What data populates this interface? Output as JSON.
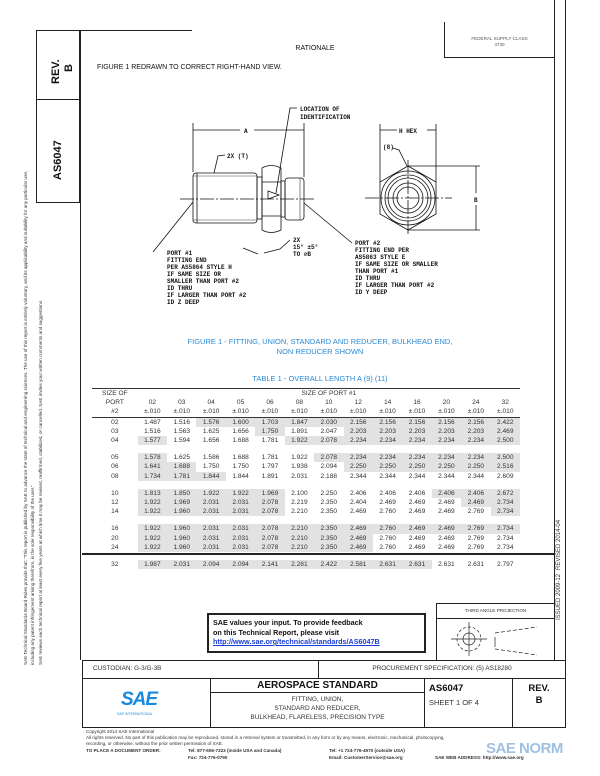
{
  "side_strip": {
    "rev_label": "REV.",
    "rev_value": "B",
    "doc_number": "AS6047",
    "disclaimer_1": "SAE Technical Standards Board Rules provide that: \"This report is published by SAE to advance the state of technical and engineering sciences. The use of this report is entirely voluntary, and its applicability and suitability for any particular use, including any patent infringement arising therefrom, is the sole responsibility of the user.\"",
    "disclaimer_2": "SAE reviews each technical report at least every five years at which time it may be revised, reaffirmed, stabilized, or cancelled. SAE invites your written comments and suggestions."
  },
  "header": {
    "supply_class_label": "FEDERAL SUPPLY CLASS",
    "supply_class_value": "4730",
    "rationale_title": "RATIONALE",
    "rationale_text": "FIGURE 1 REDRAWN TO CORRECT RIGHT-HAND VIEW."
  },
  "issue_strip": {
    "issued": "ISSUED 2009-12",
    "revised": "REVISED 2014-04"
  },
  "figure": {
    "dim_a": "A",
    "thread_note": "2X (T)",
    "location_note": [
      "LOCATION OF",
      "IDENTIFICATION"
    ],
    "chamfer_note": [
      "2X",
      "15° ±5°",
      "TO ⌀B"
    ],
    "port1_note": [
      "PORT #1",
      "FITTING END",
      "PER AS5864 STYLE H",
      "IF SAME SIZE OR",
      "SMALLER THAN PORT #2",
      "ID THRU",
      "IF LARGER THAN PORT #2",
      "ID Z DEEP"
    ],
    "port2_note": [
      "PORT #2",
      "FITTING END PER",
      "AS5863 STYLE E",
      "IF SAME SIZE OR SMALLER",
      "THAN PORT #1",
      "ID THRU",
      "IF LARGER THAN PORT #2",
      "ID Y DEEP"
    ],
    "hex_label": "H HEX",
    "note8": "(8)",
    "dim_b": "B",
    "caption_line1": "FIGURE 1 - FITTING, UNION, STANDARD AND REDUCER, BULKHEAD END,",
    "caption_line2": "NON REDUCER SHOWN"
  },
  "table": {
    "title": "TABLE 1 - OVERALL LENGTH A (9) (11)",
    "row_header": [
      "SIZE OF",
      "PORT",
      "#2"
    ],
    "group_header": "SIZE OF PORT #1",
    "columns": [
      "02",
      "03",
      "04",
      "05",
      "06",
      "08",
      "10",
      "12",
      "14",
      "16",
      "20",
      "24",
      "32"
    ],
    "tolerances": [
      "±.010",
      "±.010",
      "±.010",
      "±.010",
      "±.010",
      "±.010",
      "±.010",
      "±.010",
      "±.010",
      "±.010",
      "±.010",
      "±.010",
      "±.010"
    ],
    "groups": [
      [
        {
          "port": "02",
          "values": [
            "1.487",
            "1.516",
            "1.576",
            "1.600",
            "1.703",
            "1.847",
            "2.030",
            "2.156",
            "2.156",
            "2.156",
            "2.156",
            "2.156",
            "2.422"
          ],
          "shade": [
            0,
            0,
            1,
            1,
            1,
            1,
            1,
            1,
            1,
            1,
            1,
            1,
            1
          ]
        },
        {
          "port": "03",
          "values": [
            "1.516",
            "1.563",
            "1.625",
            "1.656",
            "1.750",
            "1.891",
            "2.047",
            "2.203",
            "2.203",
            "2.203",
            "2.203",
            "2.203",
            "2.469"
          ],
          "shade": [
            0,
            0,
            0,
            0,
            1,
            0,
            0,
            1,
            1,
            1,
            1,
            1,
            1
          ]
        },
        {
          "port": "04",
          "values": [
            "1.577",
            "1.594",
            "1.656",
            "1.688",
            "1.781",
            "1.922",
            "2.078",
            "2.234",
            "2.234",
            "2.234",
            "2.234",
            "2.234",
            "2.500"
          ],
          "shade": [
            1,
            0,
            0,
            0,
            0,
            1,
            1,
            1,
            1,
            1,
            1,
            1,
            1
          ]
        }
      ],
      [
        {
          "port": "05",
          "values": [
            "1.578",
            "1.625",
            "1.586",
            "1.688",
            "1.781",
            "1.922",
            "2.078",
            "2.234",
            "2.234",
            "2.234",
            "2.234",
            "2.234",
            "2.500"
          ],
          "shade": [
            1,
            0,
            0,
            0,
            0,
            0,
            1,
            1,
            1,
            1,
            1,
            1,
            1
          ]
        },
        {
          "port": "06",
          "values": [
            "1.641",
            "1.688",
            "1.750",
            "1.750",
            "1.797",
            "1.938",
            "2.094",
            "2.250",
            "2.250",
            "2.250",
            "2.250",
            "2.250",
            "2.516"
          ],
          "shade": [
            1,
            1,
            0,
            0,
            0,
            0,
            0,
            1,
            1,
            1,
            1,
            1,
            1
          ]
        },
        {
          "port": "08",
          "values": [
            "1.734",
            "1.781",
            "1.844",
            "1.844",
            "1.891",
            "2.031",
            "2.188",
            "2.344",
            "2.344",
            "2.344",
            "2.344",
            "2.344",
            "2.609"
          ],
          "shade": [
            1,
            1,
            1,
            0,
            0,
            0,
            0,
            0,
            0,
            0,
            0,
            0,
            0
          ]
        }
      ],
      [
        {
          "port": "10",
          "values": [
            "1.813",
            "1.850",
            "1.922",
            "1.922",
            "1.969",
            "2.100",
            "2.250",
            "2.406",
            "2.406",
            "2.406",
            "2.406",
            "2.406",
            "2.672"
          ],
          "shade": [
            1,
            1,
            1,
            1,
            1,
            0,
            0,
            0,
            0,
            0,
            1,
            1,
            1
          ]
        },
        {
          "port": "12",
          "values": [
            "1.922",
            "1.969",
            "2.031",
            "2.031",
            "2.078",
            "2.219",
            "2.350",
            "2.404",
            "2.469",
            "2.469",
            "2.469",
            "2.469",
            "2.734"
          ],
          "shade": [
            1,
            1,
            1,
            1,
            1,
            0,
            0,
            0,
            0,
            0,
            0,
            1,
            1
          ]
        },
        {
          "port": "14",
          "values": [
            "1.922",
            "1.960",
            "2.031",
            "2.031",
            "2.078",
            "2.210",
            "2.350",
            "2.469",
            "2.760",
            "2.469",
            "2.469",
            "2.769",
            "2.734"
          ],
          "shade": [
            1,
            1,
            1,
            1,
            1,
            0,
            0,
            0,
            0,
            0,
            0,
            0,
            1
          ]
        }
      ],
      [
        {
          "port": "16",
          "values": [
            "1.922",
            "1.960",
            "2.031",
            "2.031",
            "2.078",
            "2.210",
            "2.350",
            "2.469",
            "2.760",
            "2.469",
            "2.469",
            "2.769",
            "2.734"
          ],
          "shade": [
            1,
            1,
            1,
            1,
            1,
            1,
            1,
            1,
            1,
            1,
            1,
            1,
            1
          ]
        },
        {
          "port": "20",
          "values": [
            "1.922",
            "1.960",
            "2.031",
            "2.031",
            "2.078",
            "2.210",
            "2.350",
            "2.469",
            "2.760",
            "2.469",
            "2.469",
            "2.769",
            "2.734"
          ],
          "shade": [
            1,
            1,
            1,
            1,
            1,
            1,
            1,
            1,
            0,
            0,
            0,
            0,
            0
          ]
        },
        {
          "port": "24",
          "values": [
            "1.922",
            "1.960",
            "2.031",
            "2.031",
            "2.078",
            "2.210",
            "2.350",
            "2.469",
            "2.760",
            "2.469",
            "2.469",
            "2.769",
            "2.734"
          ],
          "shade": [
            1,
            1,
            1,
            1,
            1,
            1,
            1,
            1,
            0,
            0,
            0,
            0,
            0
          ]
        }
      ],
      [
        {
          "port": "32",
          "values": [
            "1.987",
            "2.031",
            "2.094",
            "2.094",
            "2.141",
            "2.281",
            "2.422",
            "2.581",
            "2.631",
            "2.631",
            "2.631",
            "2.631",
            "2.797"
          ],
          "shade": [
            1,
            1,
            1,
            1,
            1,
            1,
            1,
            1,
            1,
            1,
            0,
            0,
            0
          ]
        }
      ]
    ]
  },
  "feedback": {
    "line1": "SAE values your input. To provide feedback",
    "line2": "on this Technical Report, please visit",
    "link": "http://www.sae.org/technical/standards/AS6047B"
  },
  "projection": {
    "label": "THIRD ANGLE PROJECTION"
  },
  "title_block": {
    "custodian": "CUSTODIAN: G-3/G-3B",
    "procurement": "PROCUREMENT SPECIFICATION: (5) AS18280",
    "logo": "SAE INTERNATIONAL",
    "standard": "AEROSPACE STANDARD",
    "desc": [
      "FITTING, UNION,",
      "STANDARD AND REDUCER,",
      "BULKHEAD, FLARELESS, PRECISION TYPE"
    ],
    "doc_number": "AS6047",
    "sheet": "SHEET 1 OF 4",
    "rev_label": "REV.",
    "rev_value": "B"
  },
  "footer": {
    "copyright": "Copyright 2014 SAE International",
    "rights": "All rights reserved. No part of this publication may be reproduced, stored in a retrieval system or transmitted, in any form or by any means, electronic, mechanical, photocopying,",
    "rights2": "recording, or otherwise, without the prior written permission of SAE.",
    "order_label": "TO PLACE A DOCUMENT ORDER:",
    "tel1": "Tel: 877-606-7323 (inside USA and Canada)",
    "fax": "Fax: 724-776-0790",
    "tel2": "Tel: +1 724-776-4970 (outside USA)",
    "email": "Email: CustomerService@sae.org",
    "web": "SAE WEB ADDRESS: http://www.sae.org",
    "watermark": "SAE NORM"
  }
}
